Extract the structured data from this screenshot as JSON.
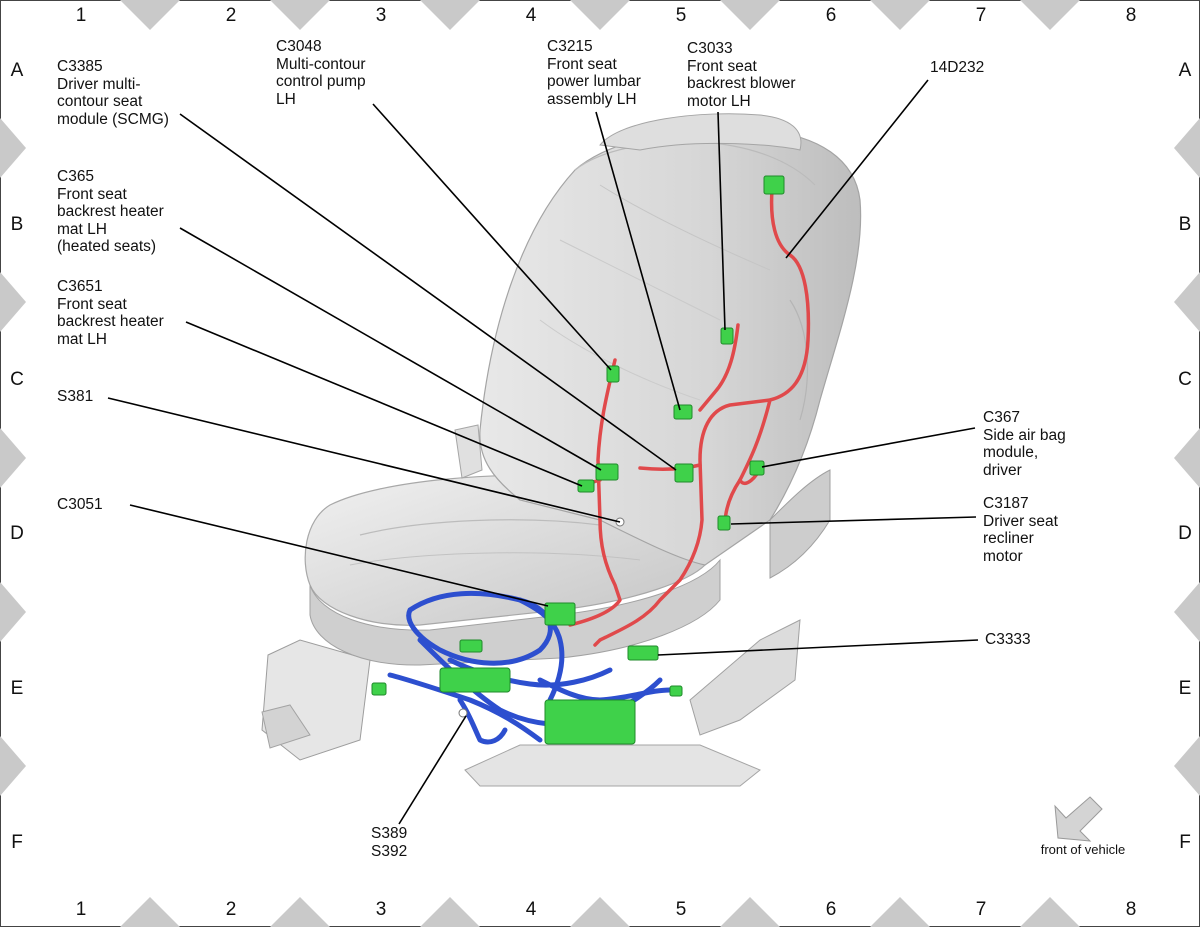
{
  "grid": {
    "columns": [
      "1",
      "2",
      "3",
      "4",
      "5",
      "6",
      "7",
      "8"
    ],
    "rows": [
      "A",
      "B",
      "C",
      "D",
      "E",
      "F"
    ]
  },
  "callouts": {
    "c3385": "C3385\nDriver multi-\ncontour seat\nmodule (SCMG)",
    "c3048": "C3048\nMulti-contour\ncontrol pump\nLH",
    "c3215": "C3215\nFront seat\npower lumbar\nassembly LH",
    "c3033": "C3033\nFront seat\nbackrest blower\nmotor LH",
    "d14d232": "14D232",
    "c365": "C365\nFront seat\nbackrest heater\nmat LH\n(heated seats)",
    "c3651": "C3651\nFront seat\nbackrest heater\nmat LH",
    "s381": "S381",
    "c3051": "C3051",
    "c367": "C367\nSide air bag\nmodule,\ndriver",
    "c3187": "C3187\nDriver seat\nrecliner\nmotor",
    "c3333": "C3333",
    "s389": "S389\nS392"
  },
  "orientation": {
    "label": "front of vehicle",
    "icon": "arrow-down-left-icon"
  },
  "colors": {
    "seat": "#d9d9d9",
    "seat_shadow": "#b4b4b4",
    "harness_red": "#e0494b",
    "harness_blue": "#2d4fcf",
    "connector_green": "#3fd14a",
    "marker_gray": "#c9c9c9"
  }
}
